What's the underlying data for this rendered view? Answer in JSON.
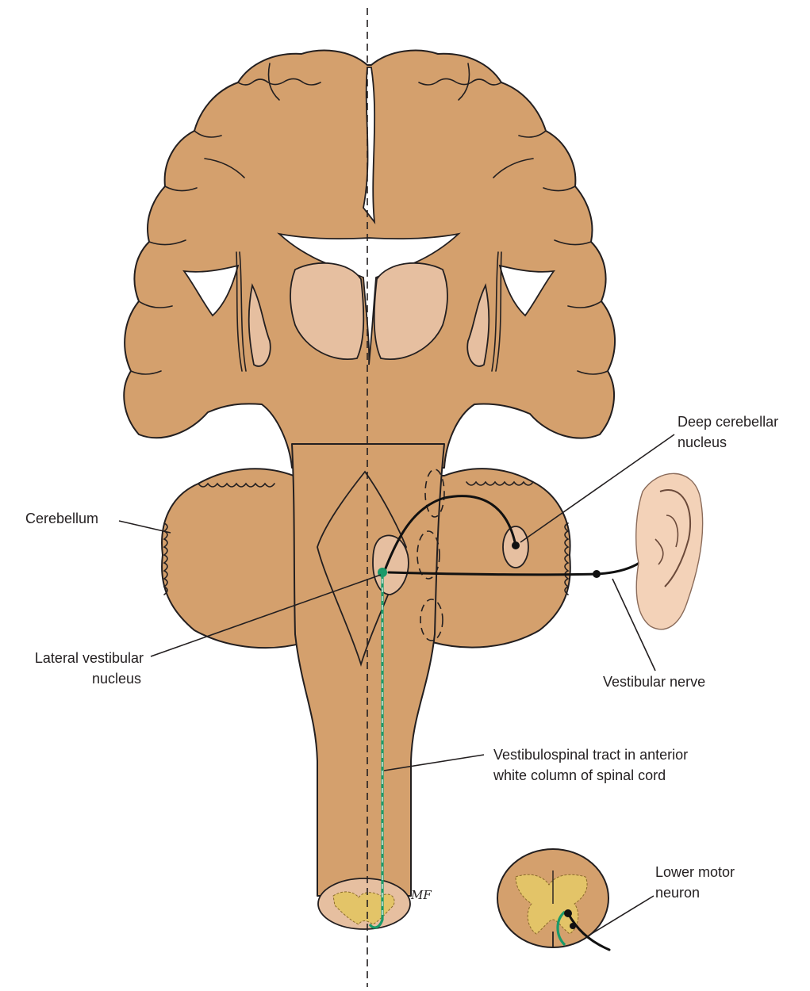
{
  "labels": {
    "deep_cerebellar_nucleus": [
      "Deep cerebellar",
      "nucleus"
    ],
    "cerebellum": "Cerebellum",
    "lateral_vestibular_nucleus": [
      "Lateral vestibular",
      "nucleus"
    ],
    "vestibular_nerve": "Vestibular nerve",
    "vestibulospinal_tract": [
      "Vestibulospinal tract in anterior",
      "white column of spinal cord"
    ],
    "lower_motor_neuron": [
      "Lower motor",
      "neuron"
    ]
  },
  "signature": "MF",
  "colors": {
    "brain": "#d4a06d",
    "nucleus": "#e6bfa0",
    "grey_matter": "#e3c468",
    "tract": "#1a9a6a",
    "ear": "#f3d2b8",
    "outline": "#231f20"
  }
}
